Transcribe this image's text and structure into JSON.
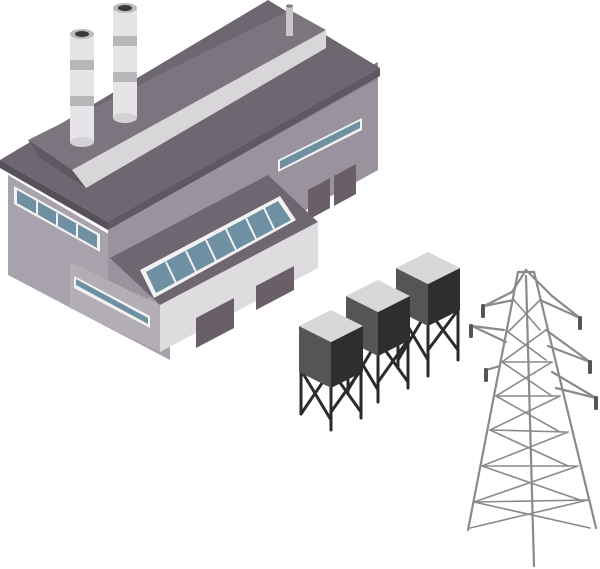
{
  "scene": {
    "background": "#ffffff",
    "subjects": [
      "factory-building",
      "smokestacks",
      "water-tanks",
      "power-transmission-tower"
    ]
  },
  "palette": {
    "roof_dark": "#6e6670",
    "roof_edge": "#55505a",
    "wall_light": "#b3adb6",
    "wall_mid": "#9a939e",
    "wall_front_pale": "#dedcdf",
    "window_blue": "#6f8fa3",
    "window_frame": "#f2f2f2",
    "door": "#6a5f68",
    "stack_white": "#e6e4e6",
    "stack_band": "#b9b6ba",
    "tank_top": "#d8d8d8",
    "tank_side_dark": "#2e2e2e",
    "tank_side_mid": "#555555",
    "tower_steel": "#8a8a8a",
    "tower_insulator": "#555555"
  },
  "counts": {
    "smokestacks": 2,
    "water_tanks": 3,
    "tower_crossarms": 3
  }
}
